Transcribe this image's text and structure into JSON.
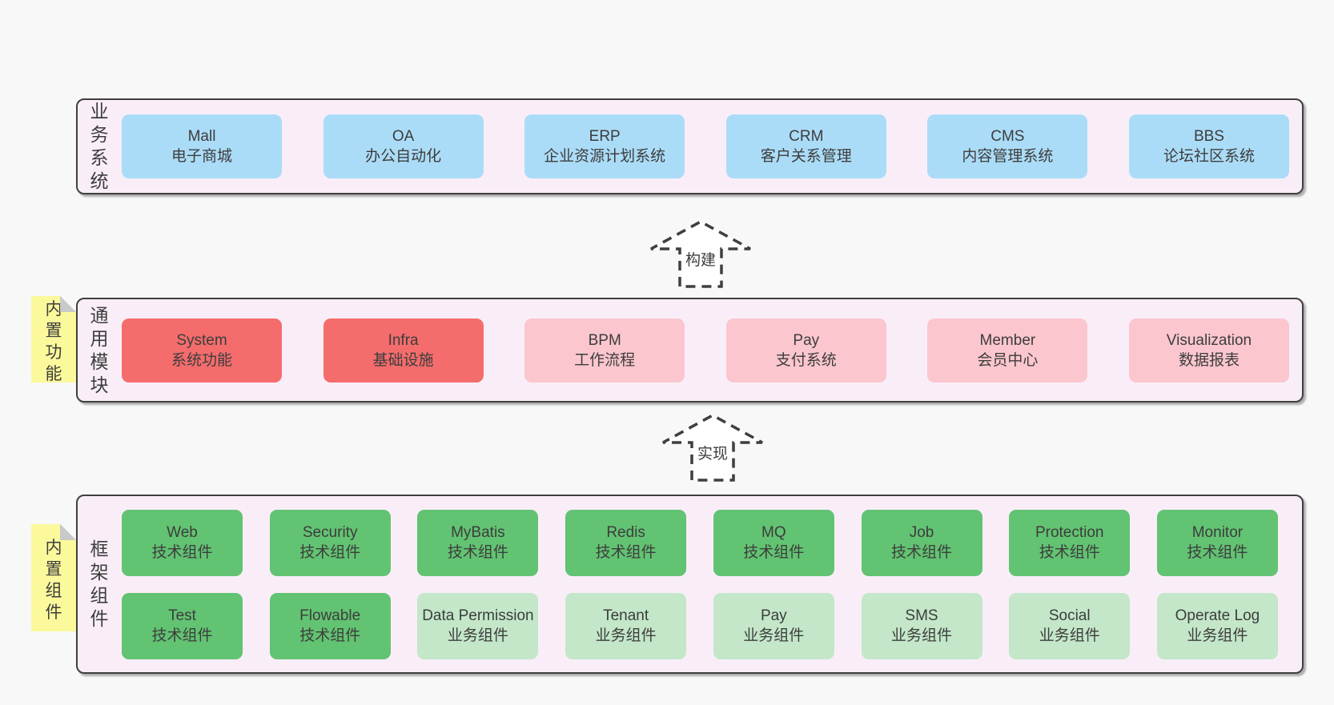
{
  "bands": [
    {
      "label": "业务系统",
      "boxes": [
        {
          "title": "Mall",
          "subtitle": "电子商城"
        },
        {
          "title": "OA",
          "subtitle": "办公自动化"
        },
        {
          "title": "ERP",
          "subtitle": "企业资源计划系统"
        },
        {
          "title": "CRM",
          "subtitle": "客户关系管理"
        },
        {
          "title": "CMS",
          "subtitle": "内容管理系统"
        },
        {
          "title": "BBS",
          "subtitle": "论坛社区系统"
        }
      ]
    },
    {
      "label": "通用模块",
      "note": "内置功能",
      "boxes": [
        {
          "title": "System",
          "subtitle": "系统功能"
        },
        {
          "title": "Infra",
          "subtitle": "基础设施"
        },
        {
          "title": "BPM",
          "subtitle": "工作流程"
        },
        {
          "title": "Pay",
          "subtitle": "支付系统"
        },
        {
          "title": "Member",
          "subtitle": "会员中心"
        },
        {
          "title": "Visualization",
          "subtitle": "数据报表"
        }
      ]
    },
    {
      "label": "框架组件",
      "note": "内置组件",
      "rows": [
        [
          {
            "title": "Web",
            "subtitle": "技术组件"
          },
          {
            "title": "Security",
            "subtitle": "技术组件"
          },
          {
            "title": "MyBatis",
            "subtitle": "技术组件"
          },
          {
            "title": "Redis",
            "subtitle": "技术组件"
          },
          {
            "title": "MQ",
            "subtitle": "技术组件"
          },
          {
            "title": "Job",
            "subtitle": "技术组件"
          },
          {
            "title": "Protection",
            "subtitle": "技术组件"
          },
          {
            "title": "Monitor",
            "subtitle": "技术组件"
          }
        ],
        [
          {
            "title": "Test",
            "subtitle": "技术组件"
          },
          {
            "title": "Flowable",
            "subtitle": "技术组件"
          },
          {
            "title": "Data Permission",
            "subtitle": "业务组件"
          },
          {
            "title": "Tenant",
            "subtitle": "业务组件"
          },
          {
            "title": "Pay",
            "subtitle": "业务组件"
          },
          {
            "title": "SMS",
            "subtitle": "业务组件"
          },
          {
            "title": "Social",
            "subtitle": "业务组件"
          },
          {
            "title": "Operate Log",
            "subtitle": "业务组件"
          }
        ]
      ]
    }
  ],
  "arrows": [
    {
      "label": "构建"
    },
    {
      "label": "实现"
    }
  ],
  "colors": {
    "background": "#f8f8f8",
    "band_background": "#f9eef8",
    "band_border": "#3f3f3f",
    "business_box_blue": "#abdcf7",
    "module_box_red": "#f46c6c",
    "module_box_pink": "#fbc6ce",
    "tech_box_green": "#62c372",
    "biz_box_light_green": "#c3e7c8",
    "note_yellow": "#fbf99b",
    "note_fold_gray": "#c9c9c9",
    "text": "#3d3d3d"
  }
}
